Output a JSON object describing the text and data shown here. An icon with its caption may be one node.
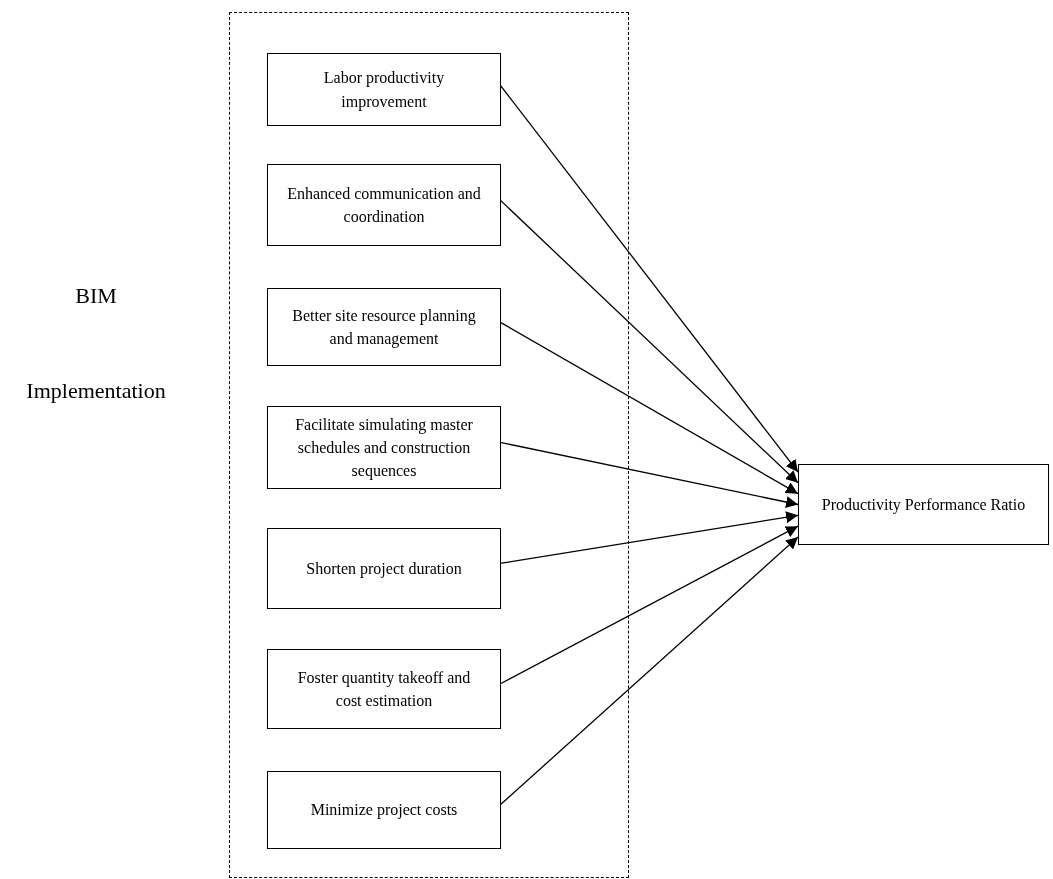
{
  "diagram": {
    "nodes": [
      {
        "text": [
          "BIM Implementation"
        ]
      },
      {
        "text": [
          "Labor productivity improvement"
        ],
        "in": 0
      },
      {
        "text": [
          "Enhanced communication and coordination"
        ],
        "in": 0
      },
      {
        "text": [
          "Better site resource planning and management"
        ],
        "in": 0
      },
      {
        "text": [
          "Facilitate simulating master schedules and construction sequences"
        ],
        "in": 0
      },
      {
        "text": [
          "Shorten project duration"
        ],
        "in": 0
      },
      {
        "text": [
          "Foster quantity takeoff and cost estimation"
        ],
        "in": 0
      },
      {
        "text": [
          "Minimize project costs"
        ],
        "in": 0
      },
      {
        "text": [
          "Productivity Performance Ratio"
        ]
      }
    ],
    "edges": [
      {
        "from": 1,
        "to": 8,
        "arrow": "to"
      },
      {
        "from": 2,
        "to": 8,
        "arrow": "to"
      },
      {
        "from": 3,
        "to": 8,
        "arrow": "to"
      },
      {
        "from": 4,
        "to": 8,
        "arrow": "to"
      },
      {
        "from": 5,
        "to": 8,
        "arrow": "to"
      },
      {
        "from": 6,
        "to": 8,
        "arrow": "to"
      },
      {
        "from": 7,
        "to": 8,
        "arrow": "to"
      }
    ]
  }
}
